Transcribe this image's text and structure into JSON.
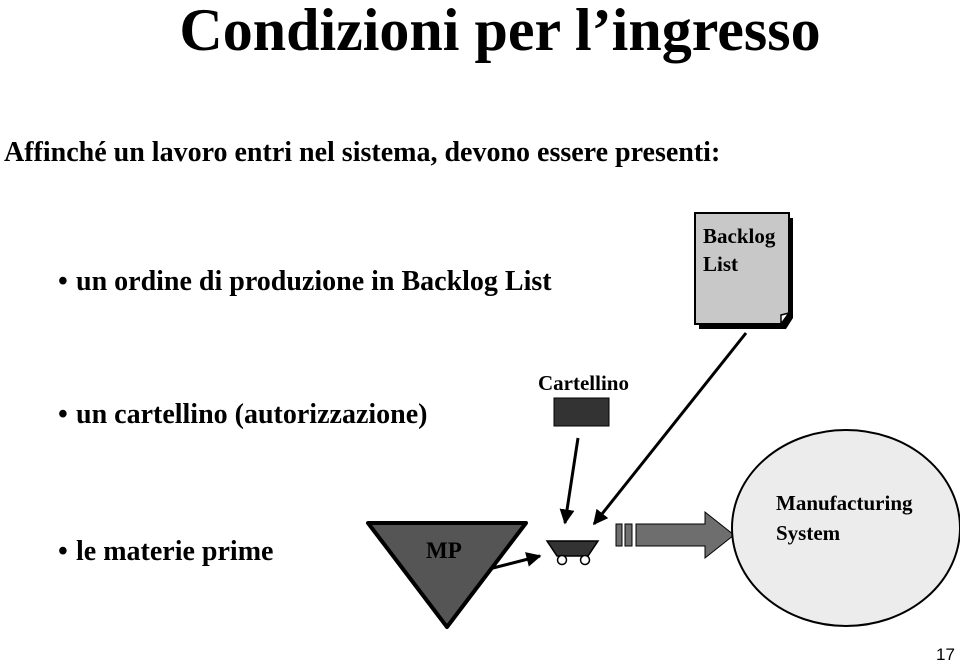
{
  "slide": {
    "title": "Condizioni per l’ingresso",
    "intro": "Affinché un lavoro entri nel sistema, devono essere presenti:",
    "bullets": [
      "un ordine di produzione in Backlog List",
      "un cartellino (autorizzazione)",
      "le materie prime"
    ],
    "bullet_symbol": "•",
    "page_number": "17"
  },
  "diagram": {
    "backlog_line1": "Backlog",
    "backlog_line2": "List",
    "card_label": "Cartellino",
    "mp_label": "MP",
    "system_line1": "Manufacturing",
    "system_line2": "System"
  },
  "colors": {
    "document_fill": "#c8c8c8",
    "card_fill": "#333333",
    "funnel_fill": "#555555",
    "arrow_fill": "#6e6e6e",
    "ellipse_fill": "#ececec"
  }
}
